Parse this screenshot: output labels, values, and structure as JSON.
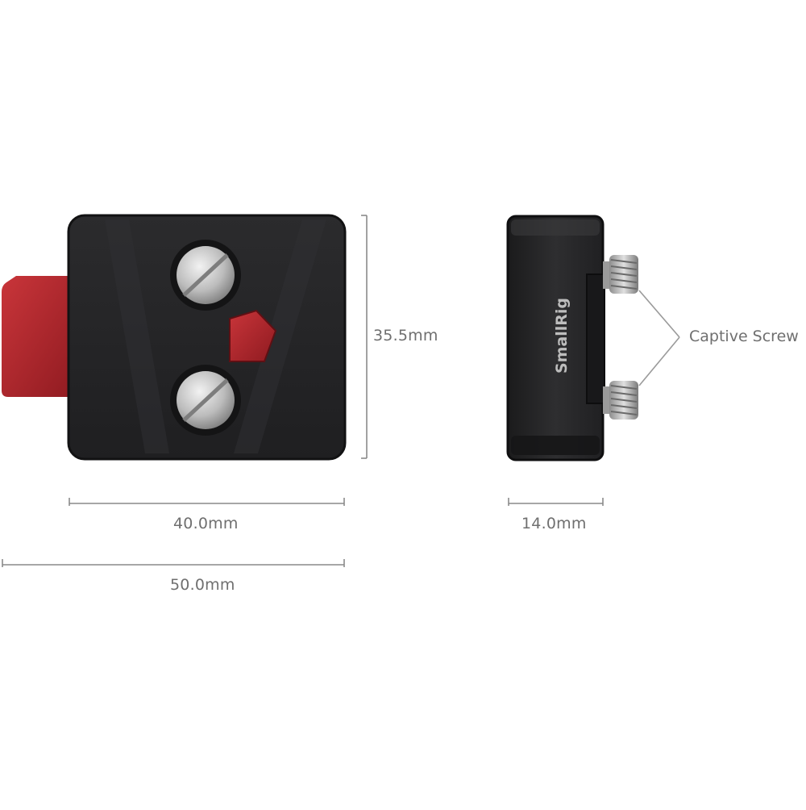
{
  "dimensions": {
    "height": "35.5mm",
    "body_width": "40.0mm",
    "overall_width": "50.0mm",
    "depth": "14.0mm"
  },
  "callout": {
    "label": "Captive Screw"
  },
  "side_view": {
    "brand": "SmallRig"
  },
  "colors": {
    "body": "#262628",
    "body_edge": "#121213",
    "lever_red": "#b5252b",
    "screw_metal": "#c8c8c8",
    "dimension_line": "#8a8a8a",
    "text": "#6f6f6f"
  }
}
